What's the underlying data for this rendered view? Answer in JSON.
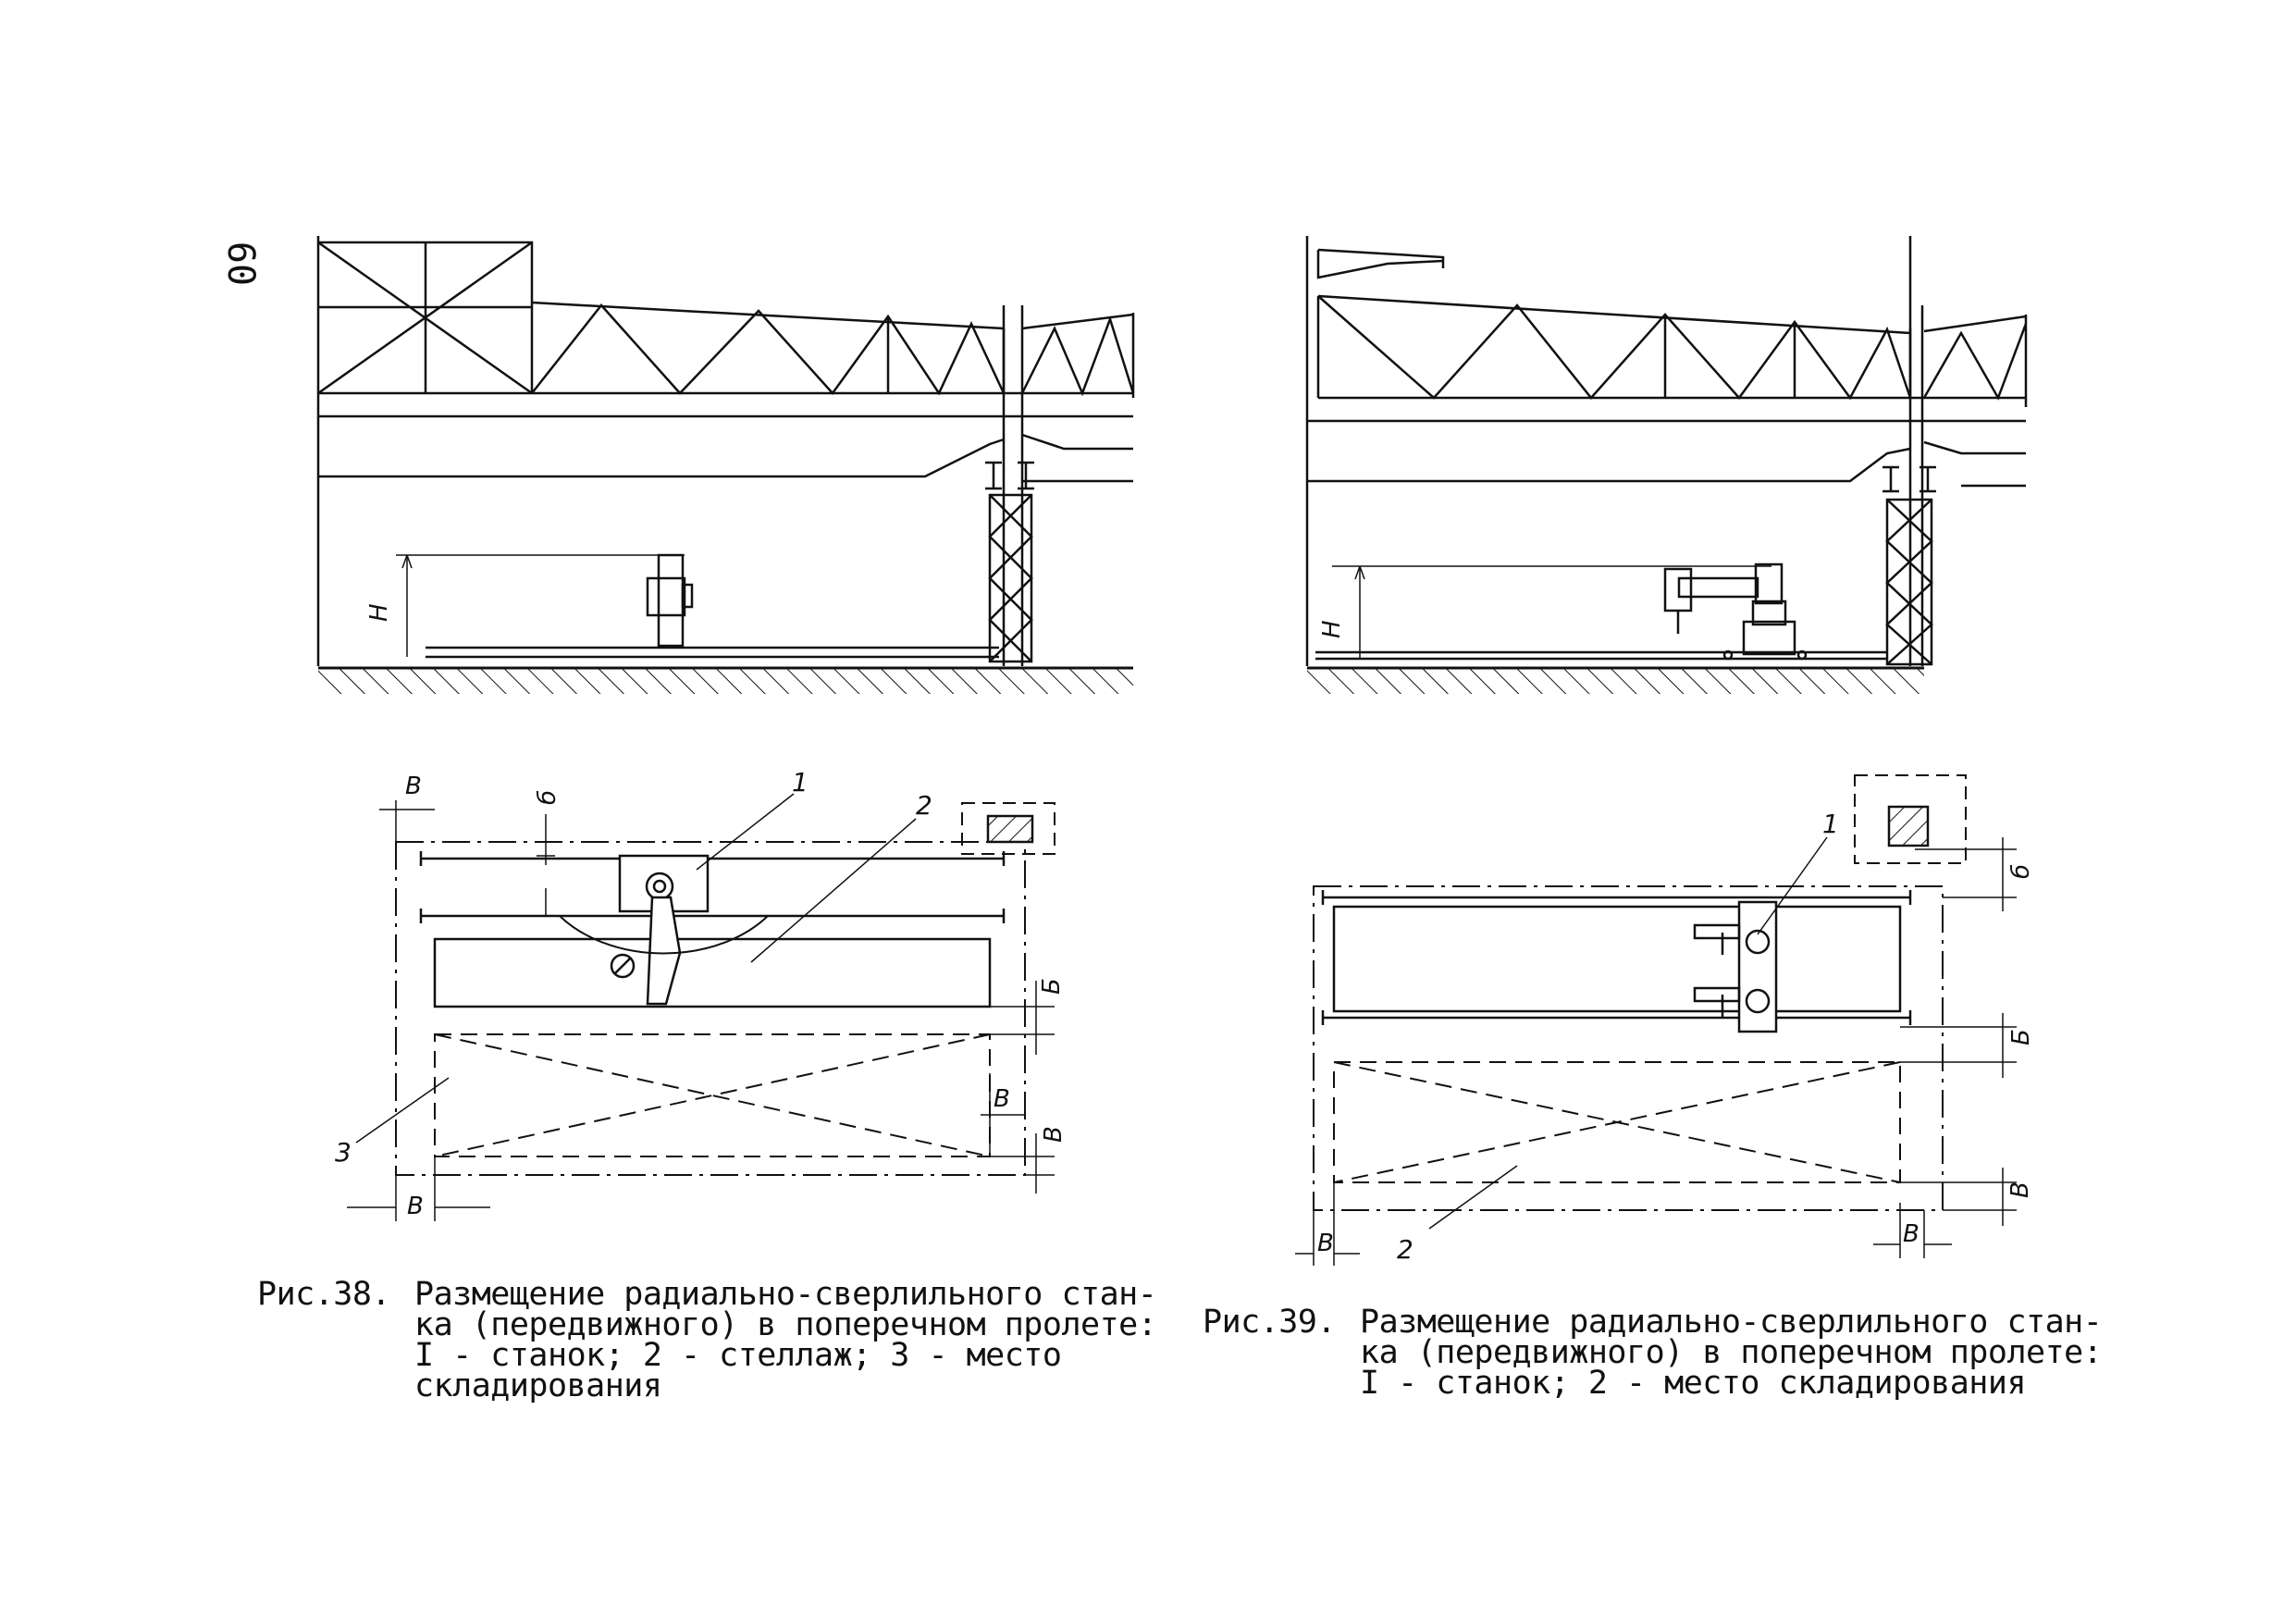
{
  "page": {
    "number": "60"
  },
  "figure38": {
    "caption_number": "Рис.38.",
    "caption_lines": [
      "Размещение радиально-сверлильного стан-",
      "ка (передвижного) в поперечном пролете:",
      "I - станок; 2 - стеллаж; 3 - место",
      "складирования"
    ],
    "labels": {
      "height": "Н",
      "b_small": "б",
      "b_mid": "Б",
      "v": "В",
      "item1": "1",
      "item2": "2",
      "item3": "3"
    }
  },
  "figure39": {
    "caption_number": "Рис.39.",
    "caption_lines": [
      "Размещение радиально-сверлильного стан-",
      "ка (передвижного) в поперечном пролете:",
      "I - станок; 2 - место складирования"
    ],
    "labels": {
      "height": "Н",
      "b_small": "б",
      "b_mid": "Б",
      "v": "В",
      "item1": "1",
      "item2": "2"
    }
  }
}
